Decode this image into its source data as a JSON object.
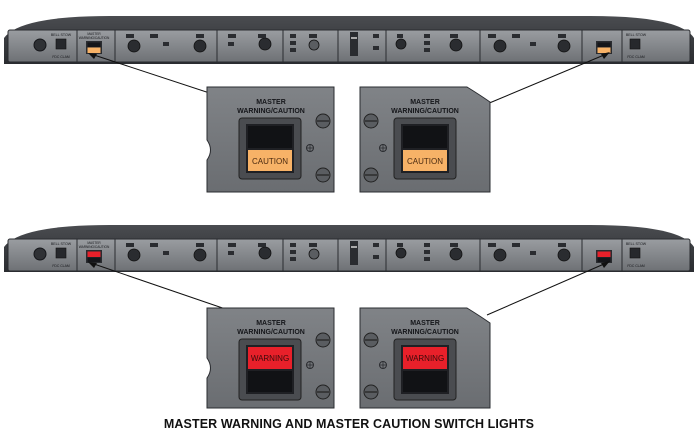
{
  "caption": "MASTER WARNING AND MASTER CAUTION SWITCH LIGHTS",
  "callout_title_line1": "MASTER",
  "callout_title_line2": "WARNING/CAUTION",
  "caution_label": "CAUTION",
  "warning_label": "WARNING",
  "panel_master_label_line1": "MASTER",
  "panel_master_label_line2": "WARNING/CAUTION",
  "panel_left_switch_label": "BELL STOW",
  "panel_left_bottom_label": "FDC CLAM",
  "panel_right_bottom_label": "FDC CLAM",
  "panel_right_switch_label": "BELL STOW",
  "colors": {
    "caution": "#f7b267",
    "warning": "#e8202a",
    "panel": "#8c8f93",
    "panel_dark": "#3f4145",
    "callout": "#76797d"
  }
}
